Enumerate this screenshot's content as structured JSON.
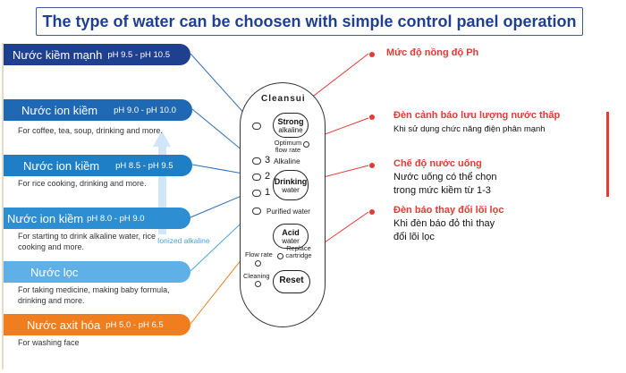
{
  "title": "The type of water can be choosen with simple control panel operation",
  "water_types": [
    {
      "name": "Nước kiềm mạnh",
      "ph": "pH 9.5 - pH 10.5",
      "desc": "",
      "color": "#1f3f8f"
    },
    {
      "name": "Nước ion kiềm",
      "ph": "pH 9.0 - pH 10.0",
      "desc": "For coffee, tea, soup, drinking and more.",
      "color": "#1f68b3"
    },
    {
      "name": "Nước ion kiềm",
      "ph": "pH 8.5 - pH 9.5",
      "desc": "For rice cooking, drinking and more.",
      "color": "#1e7fc6"
    },
    {
      "name": "Nước ion kiềm",
      "ph": "pH 8.0 - pH 9.0",
      "desc": "For starting to drink alkaline water, rice cooking and more.",
      "color": "#2d8fd2"
    },
    {
      "name": "Nước lọc",
      "ph": "",
      "desc": "For taking medicine, making baby formula, drinking and more.",
      "color": "#5fb0e6"
    },
    {
      "name": "Nước axit hóa",
      "ph": "pH 5.0 - pH 6.5",
      "desc": "For washing face",
      "color": "#f07d1e"
    }
  ],
  "ionized_label": "Ionized alkaline",
  "panel": {
    "brand": "Cleansui",
    "strong": {
      "a": "Strong",
      "b": "alkaline"
    },
    "optimum": "Optimum flow rate",
    "level3": "3",
    "level2": "2",
    "level1": "1",
    "alkaline": "Alkaline",
    "drinking": {
      "a": "Drinking",
      "b": "water"
    },
    "purified": "Purified water",
    "acid": {
      "a": "Acid",
      "b": "water"
    },
    "flow_rate": "Flow rate",
    "replace": "Replace cartridge",
    "cleaning": "Cleaning",
    "reset": "Reset"
  },
  "annotations": {
    "ph_level": {
      "title": "Mức độ nồng độ Ph"
    },
    "low_flow": {
      "title": "Đèn cảnh báo lưu lượng nước thấp",
      "text": "Khi sử dụng chức năng điện phân mạnh"
    },
    "drink_mode": {
      "title": "Chế độ nước uống",
      "text1": "Nước uống có thể chọn",
      "text2": "trong mức kiềm từ 1-3"
    },
    "replace": {
      "title": "Đèn báo thay đổi lõi lọc",
      "text1": "Khi đèn báo đỏ thì thay",
      "text2": "đổi lõi lọc"
    }
  }
}
